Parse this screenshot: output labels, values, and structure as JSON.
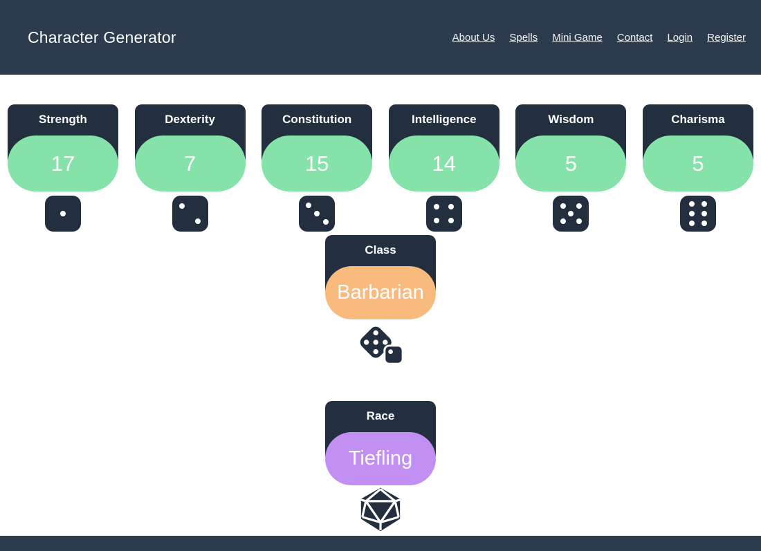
{
  "header": {
    "title": "Character Generator",
    "nav": [
      {
        "label": "About Us"
      },
      {
        "label": "Spells"
      },
      {
        "label": "Mini Game"
      },
      {
        "label": "Contact"
      },
      {
        "label": "Login"
      },
      {
        "label": "Register"
      }
    ]
  },
  "stats": {
    "items": [
      {
        "label": "Strength",
        "value": "17",
        "die": 1
      },
      {
        "label": "Dexterity",
        "value": "7",
        "die": 2
      },
      {
        "label": "Constitution",
        "value": "15",
        "die": 3
      },
      {
        "label": "Intelligence",
        "value": "14",
        "die": 4
      },
      {
        "label": "Wisdom",
        "value": "5",
        "die": 5
      },
      {
        "label": "Charisma",
        "value": "5",
        "die": 6
      }
    ]
  },
  "class_section": {
    "label": "Class",
    "value": "Barbarian"
  },
  "race_section": {
    "label": "Race",
    "value": "Tiefling"
  },
  "icons": {
    "stat_die": "six-sided-die",
    "class_die": "dice-pair",
    "race_die": "d20-die"
  },
  "colors": {
    "header_bg": "#2d3b4f",
    "card_bg": "#232e3f",
    "stat_pill": "#85e2a8",
    "class_pill": "#f8ba7d",
    "race_pill": "#c28ff2",
    "pip": "#ffffff"
  }
}
